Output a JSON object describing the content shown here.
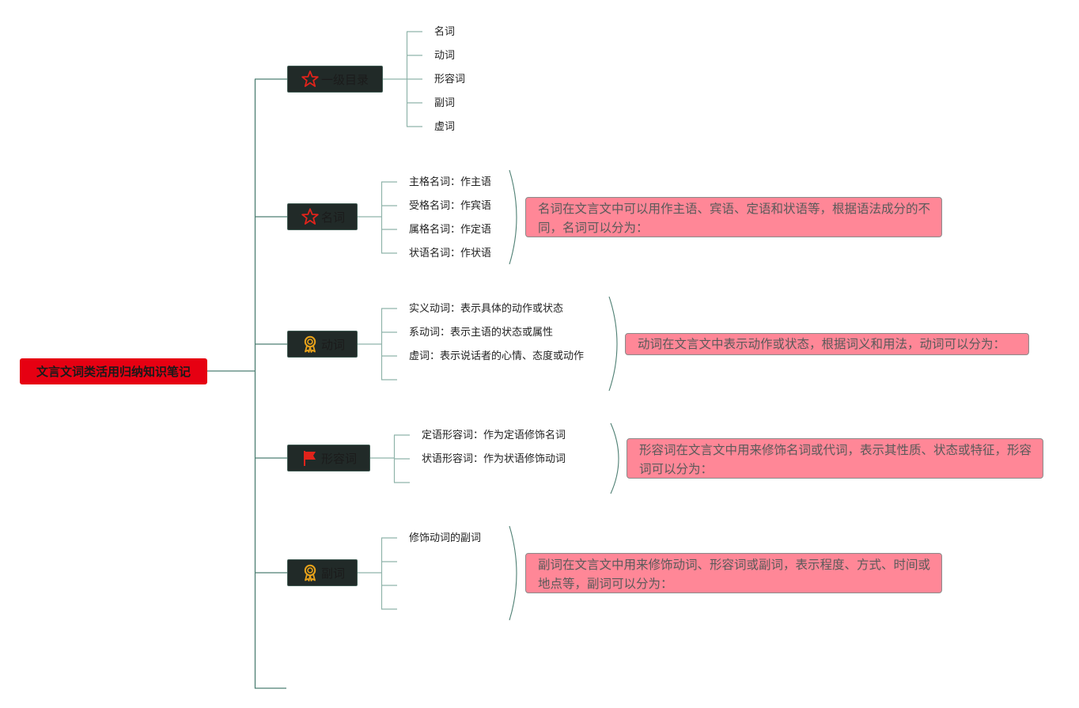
{
  "root": {
    "title": "文言文词类活用归纳知识笔记"
  },
  "branches": [
    {
      "label": "一级目录",
      "icon": "star-outline-icon",
      "children": [
        "名词",
        "动词",
        "形容词",
        "副词",
        "虚词"
      ],
      "note": ""
    },
    {
      "label": "名词",
      "icon": "star-outline-icon",
      "children": [
        "主格名词：作主语",
        "受格名词：作宾语",
        "属格名词：作定语",
        "状语名词：作状语"
      ],
      "note": "名词在文言文中可以用作主语、宾语、定语和状语等，根据语法成分的不同，名词可以分为："
    },
    {
      "label": "动词",
      "icon": "award-ribbon-icon",
      "children": [
        "实义动词：表示具体的动作或状态",
        "系动词：表示主语的状态或属性",
        "虚词：表示说话者的心情、态度或动作",
        ""
      ],
      "note": "动词在文言文中表示动作或状态，根据词义和用法，动词可以分为："
    },
    {
      "label": "形容词",
      "icon": "red-flag-icon",
      "children": [
        "定语形容词：作为定语修饰名词",
        "状语形容词：作为状语修饰动词",
        ""
      ],
      "note": "形容词在文言文中用来修饰名词或代词，表示其性质、状态或特征，形容词可以分为："
    },
    {
      "label": "副词",
      "icon": "award-ribbon-icon",
      "children": [
        "修饰动词的副词",
        "",
        "",
        ""
      ],
      "note": "副词在文言文中用来修饰动词、形容词或副词，表示程度、方式、时间或地点等，副词可以分为："
    }
  ],
  "colors": {
    "root_bg": "#e60012",
    "branch_bg": "#212a28",
    "line": "#4e7f73",
    "note_bg": "#ff8797",
    "star": "#e0231b",
    "award": "#e8a21a",
    "flag": "#e0231b"
  }
}
